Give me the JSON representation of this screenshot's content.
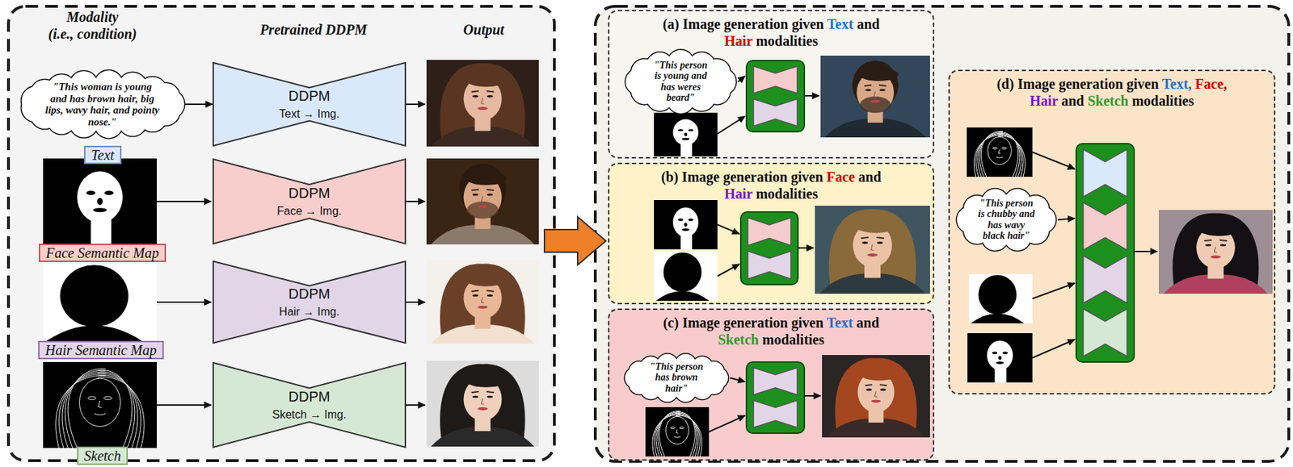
{
  "diagram": {
    "nodes": [
      {
        "text": [
          "\"This woman is young and has brown hair, big lips, wavy hair, and pointy nose.\""
        ]
      },
      {
        "text": [
          "Text"
        ]
      },
      {
        "text": [
          "DDPM",
          "Text → Img."
        ]
      },
      {
        "text": [
          "Face Semantic Map"
        ]
      },
      {
        "text": [
          "DDPM",
          "Face → Img."
        ]
      },
      {
        "text": [
          "Hair Semantic Map"
        ]
      },
      {
        "text": [
          "DDPM",
          "Hair → Img."
        ]
      },
      {
        "text": [
          "Sketch"
        ]
      },
      {
        "text": [
          "DDPM",
          "Sketch → Img."
        ]
      },
      {
        "text": [
          "(a) Image generation given Text and Hair modalities"
        ]
      },
      {
        "text": [
          "\"This person is young and has weres beard\""
        ],
        "in": 9
      },
      {
        "text": [
          "(b) Image generation given Face and Hair modalities"
        ]
      },
      {
        "text": [
          "(c) Image generation given Text and Sketch modalities"
        ]
      },
      {
        "text": [
          "\"This person has brown hair\""
        ],
        "in": 12
      },
      {
        "text": [
          "(d) Image generation given Text, Face, Hair and Sketch modalities"
        ]
      },
      {
        "text": [
          "\"This person is chubby and has wavy black hair\""
        ],
        "in": 14
      }
    ],
    "edges": [
      {
        "from": 0,
        "to": 2,
        "arrow": "to"
      }
    ],
    "labels": [
      "Modality (i.e., condition)",
      "Pretrained DDPM",
      "Output"
    ]
  }
}
